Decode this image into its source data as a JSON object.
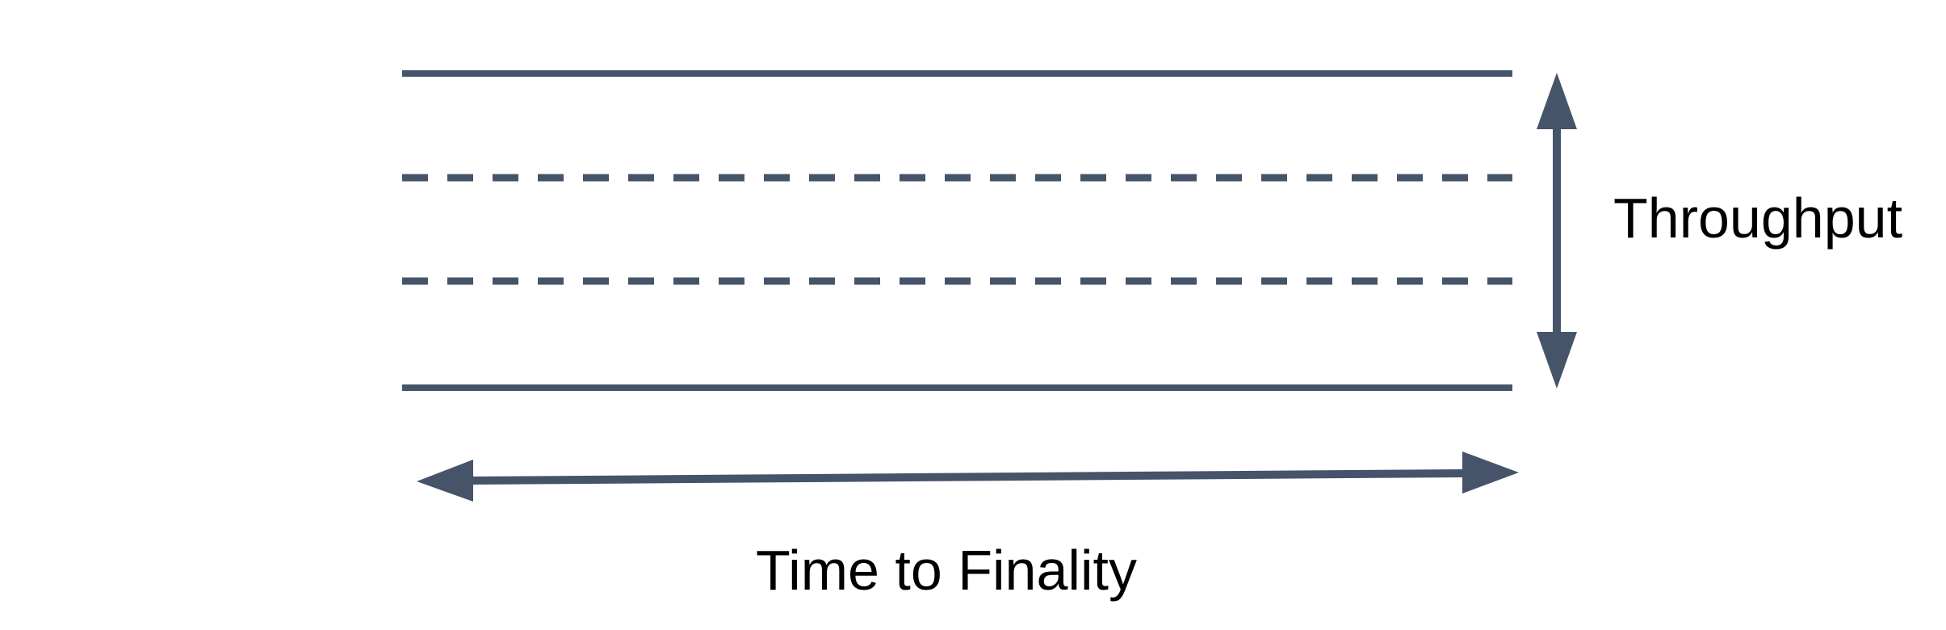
{
  "diagram": {
    "labels": {
      "throughput": "Throughput",
      "time_to_finality": "Time to Finality"
    },
    "colors": {
      "line": "#46546A",
      "text": "#000000",
      "background": "#FFFFFF"
    },
    "icons": {
      "vertical_double_arrow": "double-headed vertical arrow spanning band height",
      "horizontal_double_arrow": "double-headed horizontal arrow spanning band width"
    },
    "band": {
      "top_edge_style": "solid",
      "bottom_edge_style": "solid",
      "inner_lines_style": "dashed",
      "inner_line_count": 2
    }
  }
}
